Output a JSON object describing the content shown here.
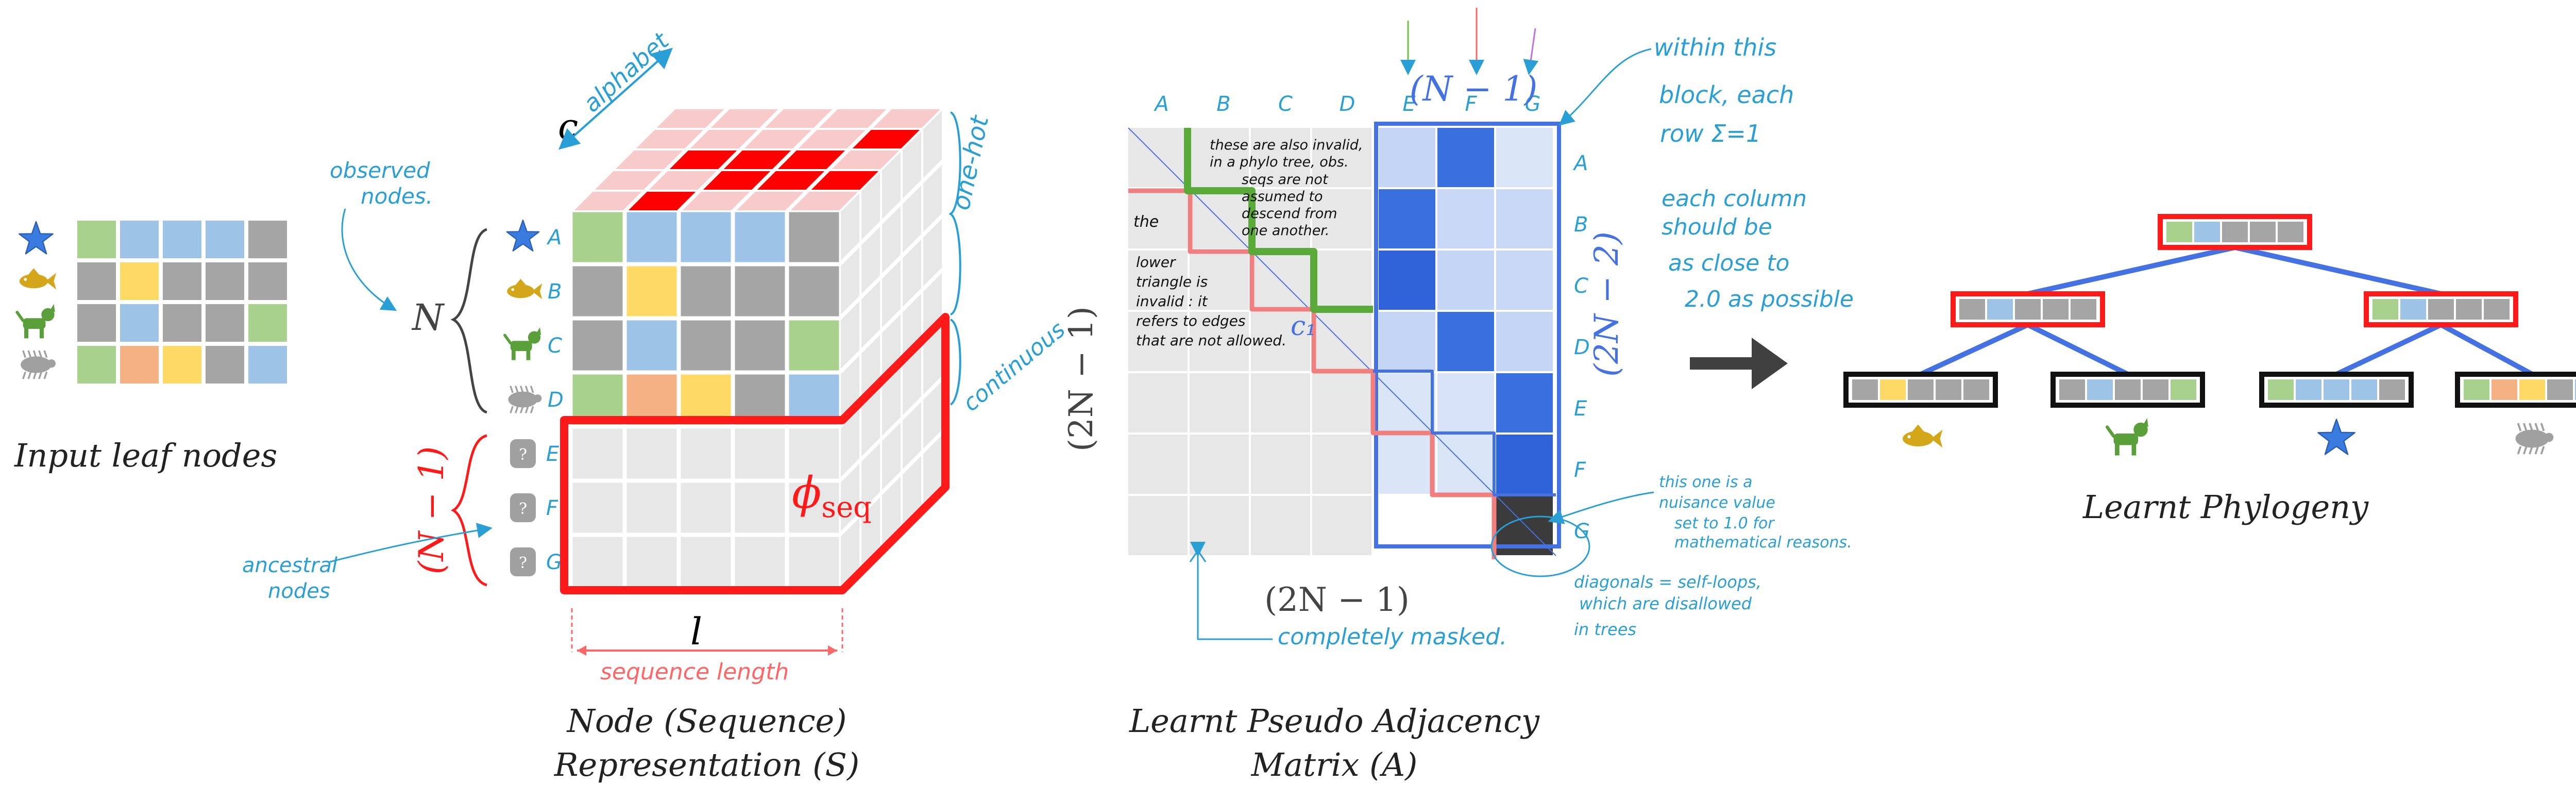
{
  "captions": {
    "input": "Input leaf nodes",
    "node_line1": "Node (Sequence)",
    "node_line2": "Representation (S)",
    "adj_line1": "Learnt Pseudo Adjacency",
    "adj_line2": "Matrix (A)",
    "phylo": "Learnt Phylogeny"
  },
  "colors": {
    "green": "#a9d18e",
    "blue": "#9dc3e6",
    "gray": "#a5a5a5",
    "yellow": "#ffd966",
    "orange": "#f4b183",
    "red": "#ff0000",
    "pink": "#f8cbcb",
    "light": "#e7e7e7",
    "edge": "#4472e2",
    "note_blue": "#2a9fd6"
  },
  "leaf_icons": [
    "starfish-icon",
    "fish-icon",
    "dog-icon",
    "bug-icon"
  ],
  "leaf_rows": [
    [
      "green",
      "blue",
      "blue",
      "blue",
      "gray"
    ],
    [
      "gray",
      "yellow",
      "gray",
      "gray",
      "gray"
    ],
    [
      "gray",
      "blue",
      "gray",
      "gray",
      "green"
    ],
    [
      "green",
      "orange",
      "yellow",
      "gray",
      "blue"
    ]
  ],
  "tensor": {
    "c_label": "c",
    "alphabet_note": "alphabet",
    "n_label": "N",
    "nm1_label": "(N − 1)",
    "l_label": "l",
    "phi_label": "ϕ",
    "phi_sub": "seq",
    "observed_note_1": "observed",
    "observed_note_2": "nodes.",
    "ancestral_note_1": "ancestral",
    "ancestral_note_2": "nodes",
    "onehot_note": "one-hot",
    "continuous_note": "continuous",
    "seqlen_note": "sequence length",
    "observed_letters": [
      "A",
      "B",
      "C",
      "D"
    ],
    "ancestral_letters": [
      "E",
      "F",
      "G"
    ],
    "top_red_cells": [
      [
        1,
        0
      ],
      [
        2,
        1
      ],
      [
        3,
        1
      ],
      [
        4,
        1
      ],
      [
        1,
        2
      ],
      [
        2,
        2
      ],
      [
        3,
        2
      ],
      [
        4,
        3
      ]
    ]
  },
  "matrix": {
    "col_labels": [
      "A",
      "B",
      "C",
      "D",
      "E",
      "F",
      "G"
    ],
    "row_labels": [
      "A",
      "B",
      "C",
      "D",
      "E",
      "F",
      "G"
    ],
    "top_label": "(N − 1)",
    "right_label": "(2N − 2)",
    "left_label": "(2N − 1)",
    "bottom_label": "(2N − 1)",
    "c1_label": "c₁",
    "blue_block": [
      [
        "#c5d5f5",
        "#3a6fe0",
        "#dbe5f8"
      ],
      [
        "#3a6fe0",
        "#c9d8f6",
        "#c9d8f6"
      ],
      [
        "#2f62d8",
        "#c5d5f5",
        "#c9d8f6"
      ],
      [
        "#c5d5f5",
        "#3a6fe0",
        "#c5d5f5"
      ],
      [
        "#dbe5f8",
        "#d9e3f8",
        "#3a6fe0"
      ],
      [
        "#dbe5f8",
        "#dbe5f8",
        "#2f62d8"
      ],
      [
        "#ffffff",
        "#ffffff",
        "#3b3b3b"
      ]
    ],
    "note_invalid_1": "these are also invalid,",
    "note_invalid_2": "in a phylo tree, obs.",
    "note_invalid_3": "seqs are not",
    "note_invalid_4": "assumed to",
    "note_invalid_5": "descend from",
    "note_invalid_6": "one another.",
    "note_the": "the",
    "note_lower_1": "lower",
    "note_lower_2": "triangle is",
    "note_lower_3": "invalid : it",
    "note_lower_4": "refers to edges",
    "note_lower_5": "that are not allowed.",
    "note_block_1": "within this",
    "note_block_2": "block, each",
    "note_block_3": "row Σ=1",
    "note_col_1": "each column",
    "note_col_2": "should be",
    "note_col_3": "as close to",
    "note_col_4": "2.0 as possible",
    "note_nuis_1": "this one is a",
    "note_nuis_2": "nuisance value",
    "note_nuis_3": "set to 1.0 for",
    "note_nuis_4": "mathematical reasons.",
    "note_diag_1": "diagonals = self-loops,",
    "note_diag_2": "which are disallowed",
    "note_diag_3": "in trees",
    "note_masked": "completely masked."
  },
  "tree": {
    "root": [
      "green",
      "blue",
      "gray",
      "gray",
      "gray"
    ],
    "left": [
      "gray",
      "blue",
      "gray",
      "gray",
      "gray"
    ],
    "right": [
      "green",
      "blue",
      "gray",
      "gray",
      "gray"
    ],
    "leaves": [
      [
        "gray",
        "yellow",
        "gray",
        "gray",
        "gray"
      ],
      [
        "gray",
        "blue",
        "gray",
        "gray",
        "green"
      ],
      [
        "green",
        "blue",
        "blue",
        "blue",
        "gray"
      ],
      [
        "green",
        "orange",
        "yellow",
        "gray",
        "blue"
      ]
    ],
    "leaf_icons": [
      "fish-icon",
      "dog-icon",
      "starfish-icon",
      "bug-icon"
    ]
  }
}
